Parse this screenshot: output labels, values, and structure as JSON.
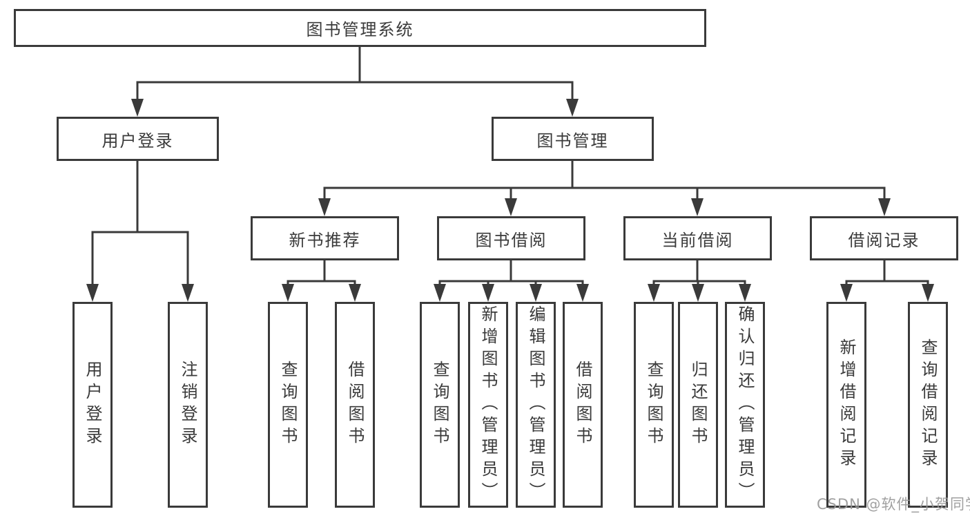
{
  "diagram": {
    "title": "图书管理系统",
    "root": {
      "label": "图书管理系统"
    },
    "level2": [
      {
        "label": "用户登录",
        "children": [
          {
            "label": "用户登录"
          },
          {
            "label": "注销登录"
          }
        ]
      },
      {
        "label": "图书管理",
        "children": [
          {
            "label": "新书推荐",
            "children": [
              {
                "label": "查询图书"
              },
              {
                "label": "借阅图书"
              }
            ]
          },
          {
            "label": "图书借阅",
            "children": [
              {
                "label": "查询图书"
              },
              {
                "label": "新增图书（管理员）"
              },
              {
                "label": "编辑图书（管理员）"
              },
              {
                "label": "借阅图书"
              }
            ]
          },
          {
            "label": "当前借阅",
            "children": [
              {
                "label": "查询图书"
              },
              {
                "label": "归还图书"
              },
              {
                "label": "确认归还（管理员）"
              }
            ]
          },
          {
            "label": "借阅记录",
            "children": [
              {
                "label": "新增借阅记录"
              },
              {
                "label": "查询借阅记录"
              }
            ]
          }
        ]
      }
    ]
  },
  "watermark": "CSDN @软件_小贺同学",
  "colors": {
    "line": "#3a3a3a",
    "text": "#3a3a3a",
    "box_background": "#ffffff",
    "watermark": "#989898",
    "background": "#ffffff"
  }
}
